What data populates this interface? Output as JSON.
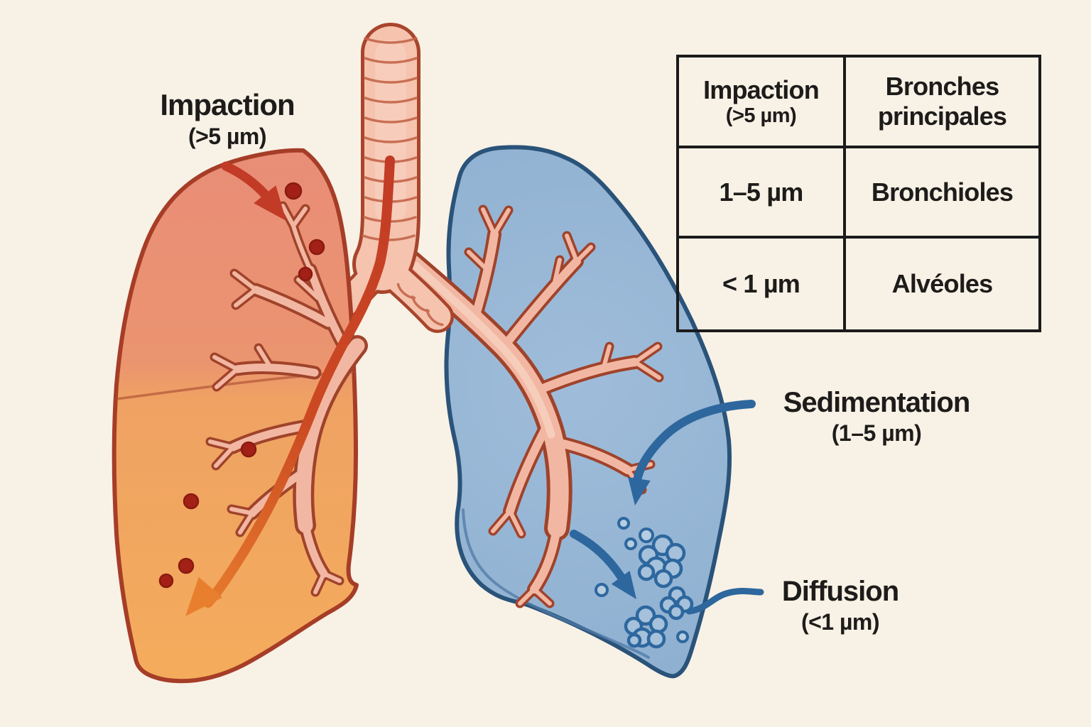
{
  "diagram": {
    "annotations": {
      "impaction": {
        "title": "Impaction",
        "size": "(>5 µm)"
      },
      "sedimentation": {
        "title": "Sedimentation",
        "size": "(1–5 µm)"
      },
      "diffusion": {
        "title": "Diffusion",
        "size": "(<1 µm)"
      }
    }
  },
  "table": {
    "rows": [
      {
        "mechanism": "Impaction",
        "mechanism_note": "(>5 µm)",
        "site": "Bronches principales"
      },
      {
        "mechanism": "1–5 µm",
        "site": "Bronchioles"
      },
      {
        "mechanism": "< 1 µm",
        "site": "Alvéoles"
      }
    ]
  },
  "colors": {
    "background": "#f8f1e6",
    "text": "#1d1c1a",
    "table_border": "#1b1b1b",
    "left_lung_top": "#e98d77",
    "left_lung_bottom": "#f4ac5c",
    "left_lung_outline": "#a63d27",
    "fissure": "#ad5034",
    "bronchial_fill": "#f2b7a2",
    "bronchial_outline": "#a0432b",
    "trachea_fill": "#f5c3ae",
    "trachea_outline": "#a8452c",
    "trachea_rings": "#c4654a",
    "right_lung": "#8fb0d1",
    "right_lung_light": "#9fbdda",
    "right_lung_outline": "#2a5379",
    "red_arrow": "#c23b26",
    "orange_arrow": "#e87f2e",
    "particle_red": "#a32016",
    "blue": "#2d679e",
    "bubble_fill": "#b7cde0",
    "cluster_fill": "#a6c1db"
  }
}
